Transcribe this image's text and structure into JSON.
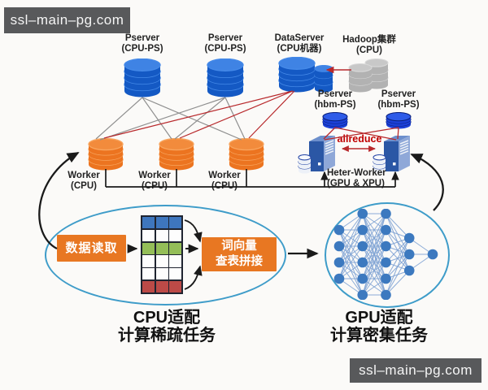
{
  "watermark": {
    "text": "ssl–main–pg.com"
  },
  "nodes": {
    "pserver1": {
      "label": "Pserver",
      "sublabel": "(CPU-PS)"
    },
    "pserver2": {
      "label": "Pserver",
      "sublabel": "(CPU-PS)"
    },
    "dataserver": {
      "label": "DataServer",
      "sublabel": "(CPU机器)"
    },
    "hadoop": {
      "label": "Hadoop集群",
      "sublabel": "(CPU)"
    },
    "pserver_hbm1": {
      "label": "Pserver",
      "sublabel": "(hbm-PS)"
    },
    "pserver_hbm2": {
      "label": "Pserver",
      "sublabel": "(hbm-PS)"
    },
    "worker1": {
      "label": "Worker",
      "sublabel": "(CPU)"
    },
    "worker2": {
      "label": "Worker",
      "sublabel": "(CPU)"
    },
    "worker3": {
      "label": "Worker",
      "sublabel": "(CPU)"
    },
    "heter_worker": {
      "label": "Heter-Worker",
      "sublabel": "(GPU & XPU)"
    }
  },
  "edges": {
    "allreduce_label": "allreduce"
  },
  "cpu_flow": {
    "read_box_label": "数据读取",
    "lookup_box_line1": "词向量",
    "lookup_box_line2": "查表拼接",
    "grid_columns": 3,
    "grid_rows": [
      "blue",
      "white",
      "green",
      "white",
      "white",
      "red"
    ],
    "caption_line1": "CPU适配",
    "caption_line2": "计算稀疏任务"
  },
  "gpu_flow": {
    "nn_layers": [
      4,
      6,
      6,
      3,
      1
    ],
    "caption_line1": "GPU适配",
    "caption_line2": "计算密集任务"
  },
  "colors": {
    "db_blue_body": "#1459C4",
    "db_blue_band": "#4489E8",
    "db_blue_top": "#3F83E4",
    "db_hbm_body": "#1C41D8",
    "db_hbm_band": "#0A1F7A",
    "db_hbm_top": "#2E5BE8",
    "db_orange_body": "#EC7420",
    "db_orange_band": "#F8A55E",
    "db_orange_top": "#F28B3C",
    "db_gray_body": "#B2B2B2",
    "db_gray_band": "#D8D8D8",
    "db_gray_top": "#C8C8C8",
    "disk_body": "#EDF1F8",
    "disk_band": "#2B4BA8",
    "disk_top": "#F8FAFD",
    "server_front": "#2B57A5",
    "server_side": "#8FA8D8",
    "server_top": "#6D8FCC",
    "line_gray": "#8F8F8F",
    "line_red": "#B8292C",
    "line_black": "#1A1A1A",
    "ellipse_stroke": "#3E9CC9",
    "box_orange": "#E87722",
    "grid_blue": "#3E76BE",
    "grid_green": "#94BE58",
    "grid_red": "#BC4A47",
    "grid_white": "#FDFDFD",
    "grid_border": "#1F2430",
    "nn_node": "#3C79BF",
    "nn_edge": "#7FA3D4",
    "allreduce_text": "#C00000",
    "watermark_bg": "#58595B",
    "watermark_text": "#F5F5F5",
    "caption_text": "#111111",
    "label_text": "#222222"
  }
}
